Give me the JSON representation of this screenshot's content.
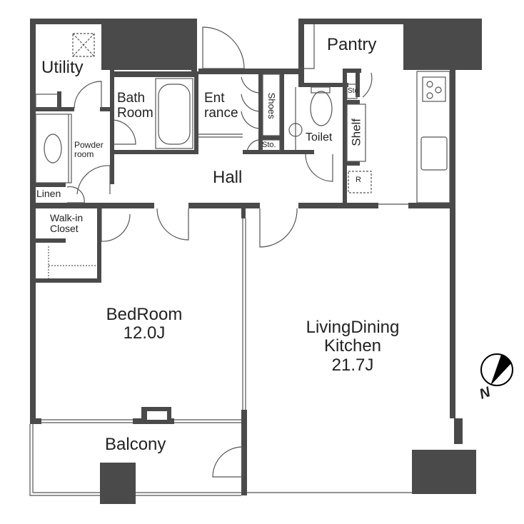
{
  "plan": {
    "colors": {
      "wall": "#4a4a4a",
      "line": "#555555",
      "background": "#ffffff",
      "text": "#222222"
    },
    "rooms": {
      "utility": "Utility",
      "bath_room_1": "Bath",
      "bath_room_2": "Room",
      "entrance_1": "Ent",
      "entrance_2": "rance",
      "shoes": "Shoes",
      "pantry": "Pantry",
      "toilet": "Toilet",
      "shelf": "Shelf",
      "storage_entrance": "Sto.",
      "storage_kitchen": "Sto",
      "powder_room_1": "Powder",
      "powder_room_2": "room",
      "linen": "Linen",
      "hall": "Hall",
      "walk_in_closet_1": "Walk-in",
      "walk_in_closet_2": "Closet",
      "bedroom_name": "BedRoom",
      "bedroom_size": "12.0J",
      "ldk_name_1": "LivingDining",
      "ldk_name_2": "Kitchen",
      "ldk_size": "21.7J",
      "balcony": "Balcony",
      "refrigerator_mark": "R"
    },
    "compass": {
      "label": "N",
      "icon": "north-arrow-icon"
    }
  }
}
